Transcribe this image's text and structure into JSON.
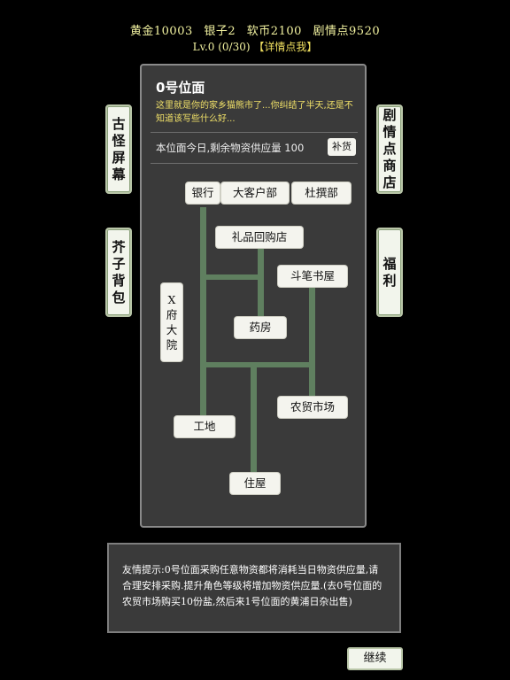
{
  "stats": {
    "gold": "黄金10003",
    "silver": "银子2",
    "soft_coin": "软币2100",
    "story_points": "剧情点9520"
  },
  "level": {
    "text": "Lv.0 (0/30)",
    "detail_label": "【详情点我】"
  },
  "side_buttons": {
    "left_top": "古怪屏幕",
    "left_bottom": "芥子背包",
    "right_top": "剧情点商店",
    "right_bottom": "福利"
  },
  "location": {
    "title": "0号位面",
    "description": "这里就是你的家乡猫熊市了...你纠结了半天,还是不知道该写些什么好...",
    "supply_text": "本位面今日,剩余物资供应量 100",
    "restock_label": "补货"
  },
  "map_nodes": {
    "bank": "银行",
    "vip_dept": "大客户部",
    "duzhuan_dept": "杜撰部",
    "gift_shop": "礼品回购店",
    "bookstore": "斗笔书屋",
    "x_mansion": "X府大院",
    "pharmacy": "药房",
    "farmers_market": "农贸市场",
    "construction_site": "工地",
    "residence": "住屋"
  },
  "tip": {
    "text": "友情提示:0号位面采购任意物资都将消耗当日物资供应量,请合理安排采购.提升角色等级将增加物资供应量.(去0号位面的农贸市场购买10份盐,然后来1号位面的黄浦日杂出售)"
  },
  "continue_label": "继续",
  "colors": {
    "background": "#000000",
    "panel": "#3a3a3a",
    "path": "#5f7f5f",
    "highlight_text": "#f0e068"
  }
}
